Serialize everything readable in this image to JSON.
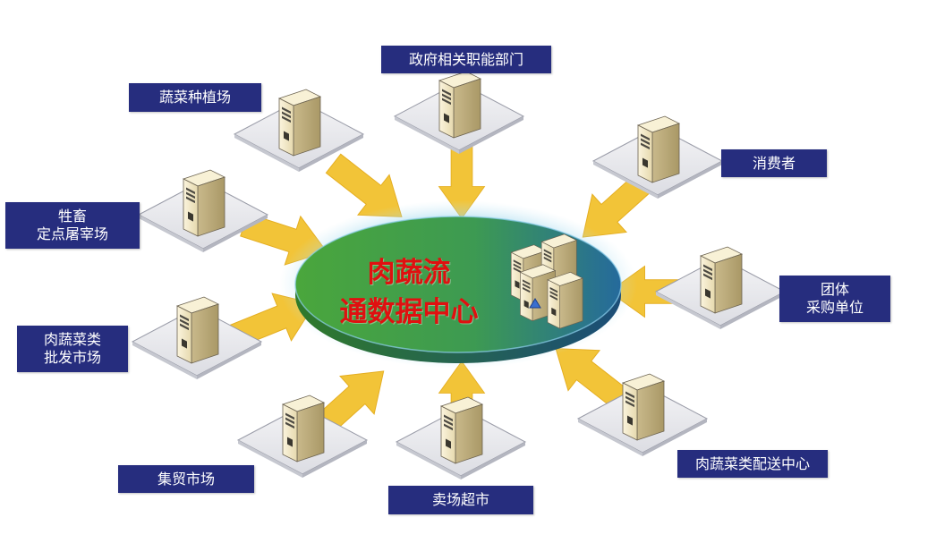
{
  "hub": {
    "title_line1": "肉蔬流",
    "title_line2": "通数据中心"
  },
  "nodes": [
    {
      "id": "gov",
      "lines": [
        "政府相关职能部门"
      ]
    },
    {
      "id": "veg-farm",
      "lines": [
        "蔬菜种植场"
      ]
    },
    {
      "id": "consumer",
      "lines": [
        "消费者"
      ]
    },
    {
      "id": "slaughter",
      "lines": [
        "牲畜",
        "定点屠宰场"
      ]
    },
    {
      "id": "group",
      "lines": [
        "团体",
        "采购单位"
      ]
    },
    {
      "id": "wholesale",
      "lines": [
        "肉蔬菜类",
        "批发市场"
      ]
    },
    {
      "id": "fair",
      "lines": [
        "集贸市场"
      ]
    },
    {
      "id": "supermarket",
      "lines": [
        "卖场超市"
      ]
    },
    {
      "id": "distribution",
      "lines": [
        "肉蔬菜类配送中心"
      ]
    }
  ],
  "colors": {
    "label_bg": "#262d7e",
    "arrow": "#f2c12e",
    "hub_green": "#3f9f3c",
    "hub_blue": "#2b6f9a",
    "title_red": "#e01010"
  }
}
